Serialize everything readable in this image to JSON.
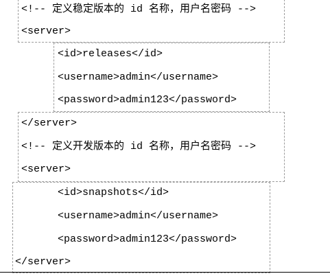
{
  "code_lines": [
    "<!-- 定义稳定版本的 id 名称，用户名密码 -->",
    "<server>",
    "<id>releases</id>",
    "<username>admin</username>",
    "<password>admin123</password>",
    "</server>",
    "<!-- 定义开发版本的 id 名称，用户名密码 -->",
    "<server>",
    "<id>snapshots</id>",
    "<username>admin</username>",
    "<password>admin123</password>",
    "</server>"
  ],
  "colors": {
    "text": "#000000",
    "dashed_border": "#9c9c9c",
    "background": "#ffffff"
  }
}
